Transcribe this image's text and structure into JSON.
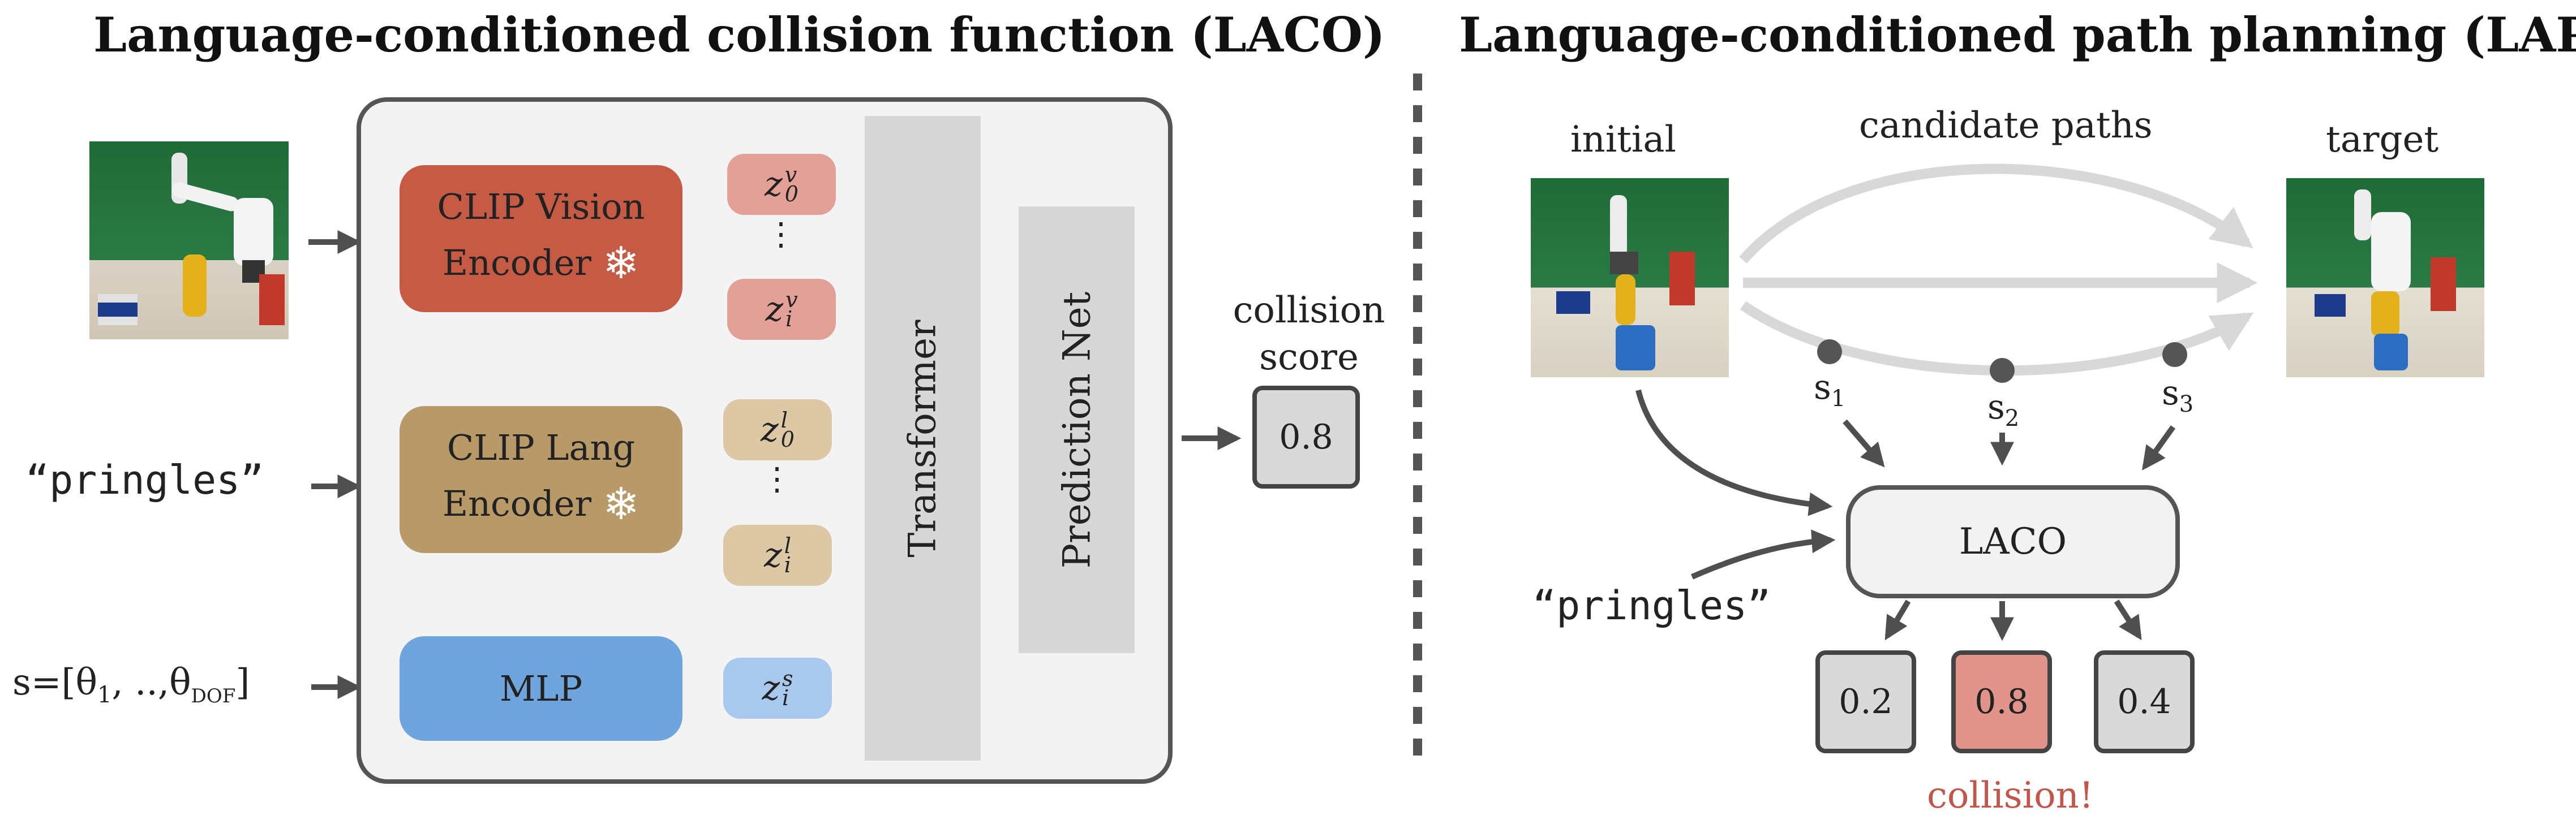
{
  "left_title": "Language-conditioned collision function (LACO)",
  "right_title": "Language-conditioned path planning (LAPP)",
  "encoders": {
    "vision_l1": "CLIP Vision",
    "vision_l2": "Encoder",
    "lang_l1": "CLIP Lang",
    "lang_l2": "Encoder",
    "mlp": "MLP",
    "snowflake": "❄"
  },
  "tokens": {
    "z": "z",
    "v": "v",
    "l": "l",
    "s": "s",
    "zero": "0",
    "i": "i",
    "dots": "⋮"
  },
  "transformer": "Transformer",
  "prediction_net": "Prediction Net",
  "collision_score_l1": "collision",
  "collision_score_l2": "score",
  "score_value": "0.8",
  "input_text": "“pringles”",
  "state_prefix": "s=[θ",
  "state_sub1": "1",
  "state_mid": ", ..,θ",
  "state_sub2": "DOF",
  "state_suffix": "]",
  "lapp": {
    "initial": "initial",
    "candidate_paths": "candidate paths",
    "target": "target",
    "s": "s",
    "s1": "1",
    "s2": "2",
    "s3": "3",
    "laco": "LACO",
    "pringles": "“pringles”",
    "scores": [
      "0.2",
      "0.8",
      "0.4"
    ],
    "collision": "collision!"
  },
  "colors": {
    "vision": "#c55a45",
    "vision_token": "#e3a097",
    "lang": "#b89a68",
    "lang_token": "#ddc8a6",
    "mlp": "#6fa4dc",
    "mlp_token": "#a8c9ed",
    "collision": "#c0574a",
    "score_highlight": "#e0948a",
    "score_gray": "#d9d9d9",
    "arrow": "#4f4f4f",
    "path_gray": "#d8d8d8"
  }
}
